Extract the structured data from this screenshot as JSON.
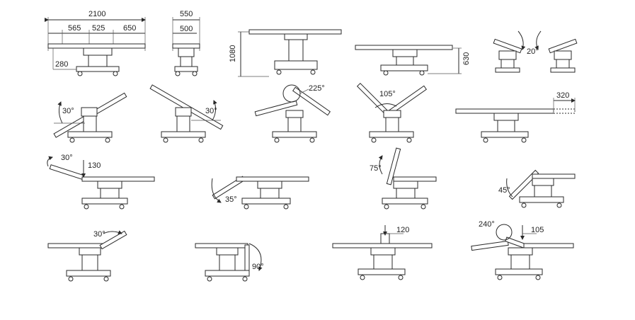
{
  "line_color": "#2a2a2a",
  "dimensions": {
    "total_length": "2100",
    "head_section": "565",
    "seat_section": "525",
    "leg_section": "650",
    "base_offset": "280",
    "width_outer": "550",
    "width_inner": "500",
    "max_height": "1080",
    "min_height": "630",
    "lateral_tilt": "20°",
    "trend_angle": "30°",
    "reverse_trend_angle": "30°",
    "flex_angle": "225°",
    "reflex_angle": "105°",
    "slide_shift": "320",
    "back_down_angle": "30°",
    "back_down_drop": "130",
    "leg_down_angle": "35°",
    "back_up_angle": "75°",
    "head_down_angle": "45°",
    "leg_up_angle": "30°",
    "leg_fold_angle": "90°",
    "kidney_bridge_1": "120",
    "kidney_flex_angle": "240°",
    "kidney_bridge_2": "105"
  }
}
